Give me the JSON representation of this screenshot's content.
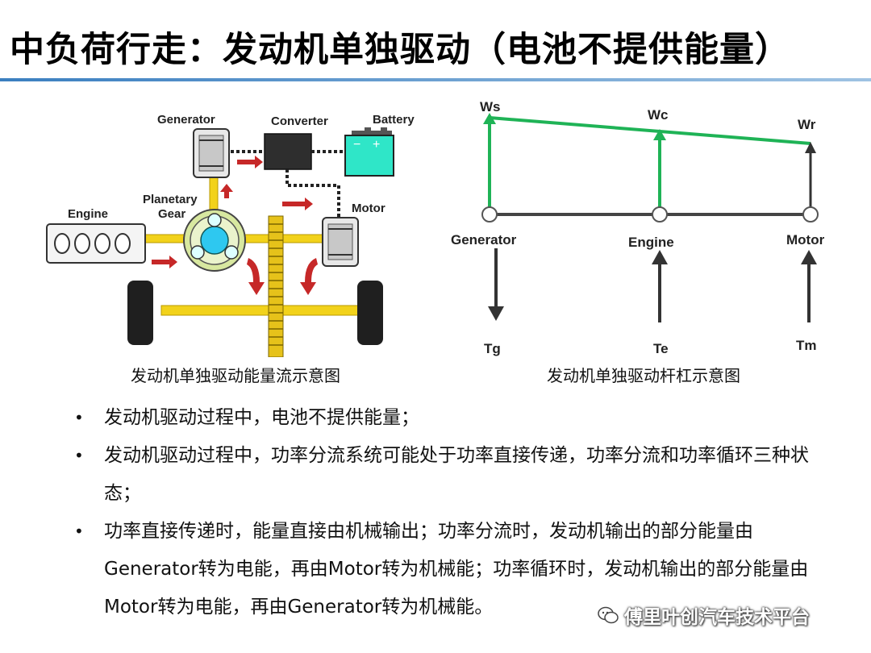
{
  "title": "中负荷行走：发动机单独驱动（电池不提供能量）",
  "left_diagram": {
    "labels": {
      "generator": "Generator",
      "converter": "Converter",
      "battery": "Battery",
      "battery_minus": "−",
      "battery_plus": "+",
      "engine": "Engine",
      "planetary_line1": "Planetary",
      "planetary_line2": "Gear",
      "motor": "Motor"
    },
    "caption": "发动机单独驱动能量流示意图"
  },
  "right_diagram": {
    "top_labels": {
      "ws": "Ws",
      "wc": "Wc",
      "wr": "Wr"
    },
    "nodes": {
      "generator": "Generator",
      "engine": "Engine",
      "motor": "Motor"
    },
    "torques": {
      "tg": "Tg",
      "te": "Te",
      "tm": "Tm"
    },
    "caption": "发动机单独驱动杆杠示意图"
  },
  "bullets": [
    "发动机驱动过程中，电池不提供能量；",
    "发动机驱动过程中，功率分流系统可能处于功率直接传递，功率分流和功率循环三种状态；",
    "功率直接传递时，能量直接由机械输出；功率分流时，发动机输出的部分能量由Generator转为电能，再由Motor转为机械能；功率循环时，发动机输出的部分能量由Motor转为电能，再由Generator转为机械能。"
  ],
  "bullet_marker": "•",
  "watermark": "傅里叶创汽车技术平台",
  "colors": {
    "energy_arrow": "#c62828",
    "green_line": "#1fb356",
    "battery": "#2fe6c8",
    "yellow_shaft": "#f2d21b",
    "title_rule": "#3b7fc0"
  }
}
